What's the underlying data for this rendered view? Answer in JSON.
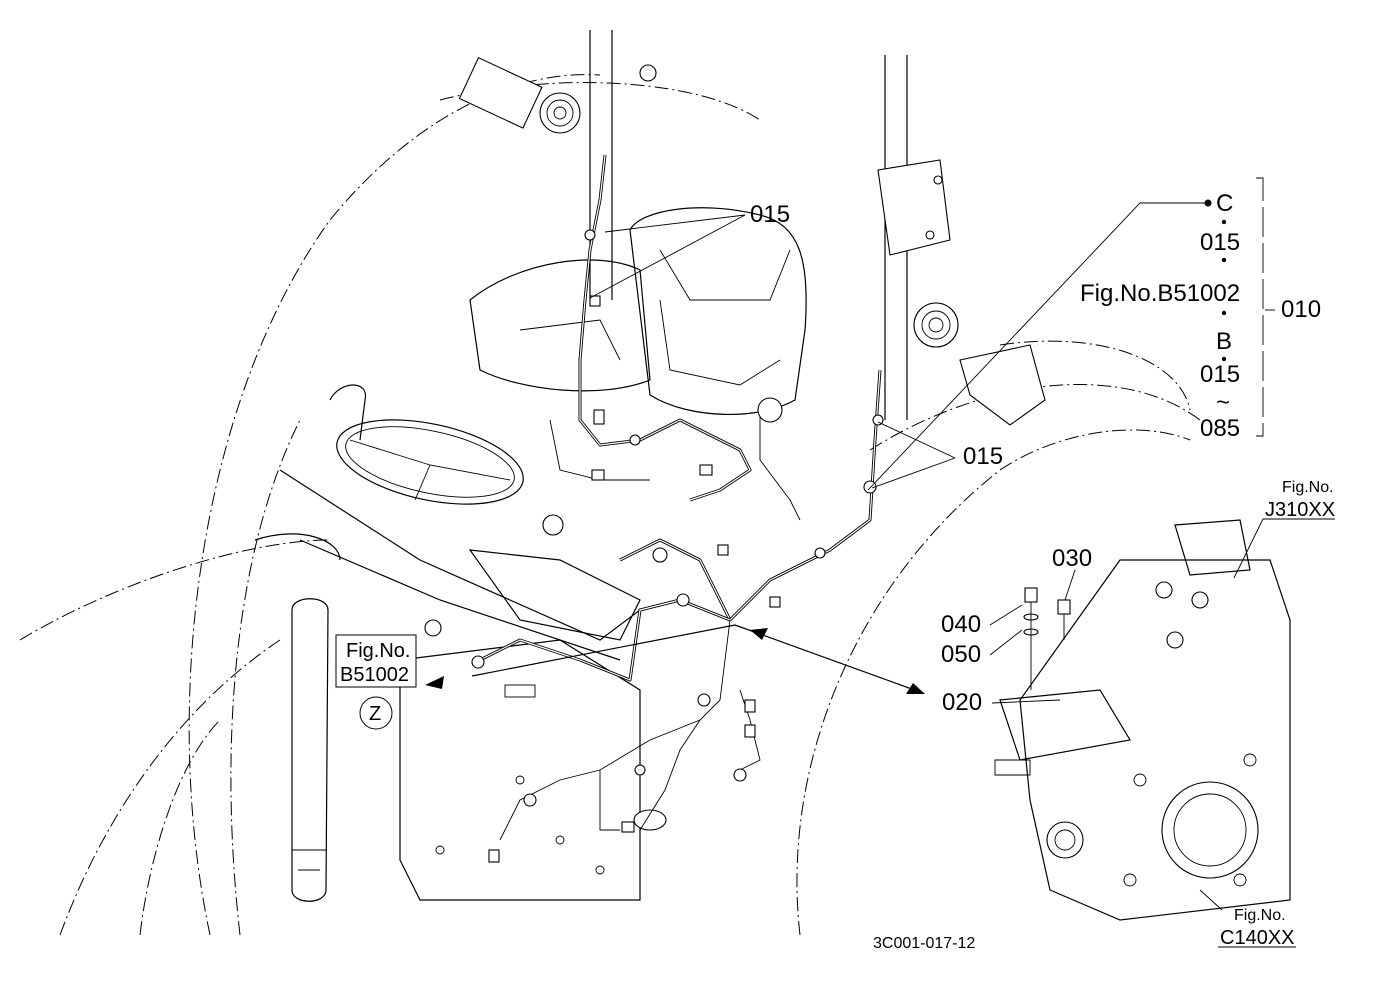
{
  "callouts": {
    "c015_top": "015",
    "c015_right": "015",
    "c020": "020",
    "c030": "030",
    "c040": "040",
    "c050": "050",
    "c010": "010"
  },
  "bracket_list": {
    "item1": "C",
    "item2": "015",
    "item3": "Fig.No.B51002",
    "item4": "B",
    "item5": "015",
    "item6": "~",
    "item7": "085"
  },
  "fig_refs": {
    "left": {
      "line1": "Fig.No.",
      "line2": "B51002"
    },
    "right_top": {
      "line1": "Fig.No.",
      "line2": "J310XX"
    },
    "right_bottom": {
      "line1": "Fig.No.",
      "line2": "C140XX"
    }
  },
  "view_marker": "Z",
  "drawing_code": "3C001-017-12"
}
